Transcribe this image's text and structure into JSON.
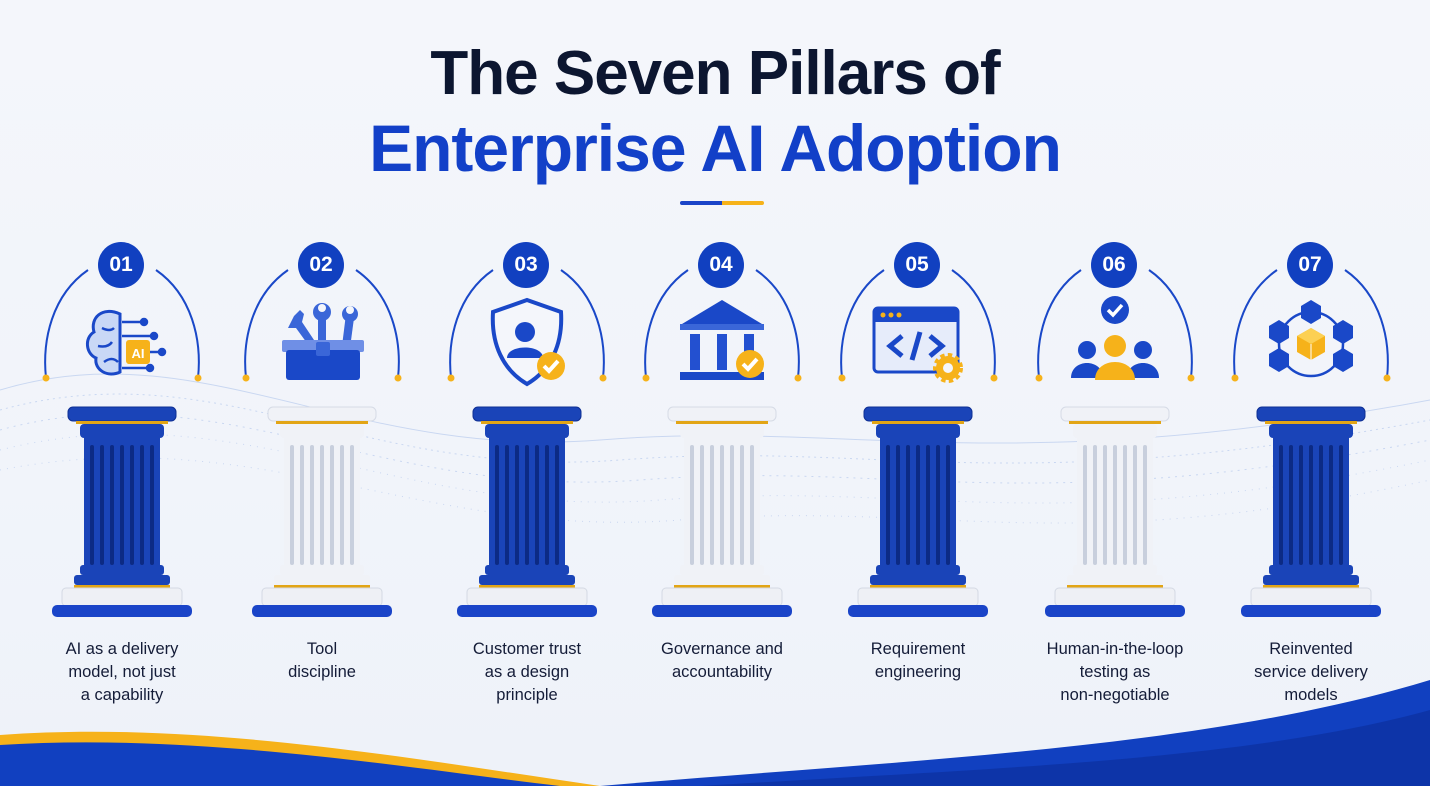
{
  "title": {
    "line1": "The Seven Pillars of",
    "line2": "Enterprise AI Adoption"
  },
  "colors": {
    "primary_blue": "#1140c0",
    "accent_gold": "#f6b21a",
    "dark_text": "#0c1630",
    "white_pillar": "#eef1f6"
  },
  "pillars": [
    {
      "number": "01",
      "icon": "brain-ai-chip-icon",
      "style": "blue",
      "label_lines": [
        "AI as a delivery",
        "model, not just",
        "a capability"
      ],
      "icon_text": "AI"
    },
    {
      "number": "02",
      "icon": "toolbox-wrenches-icon",
      "style": "white",
      "label_lines": [
        "Tool",
        "discipline"
      ]
    },
    {
      "number": "03",
      "icon": "shield-user-check-icon",
      "style": "blue",
      "label_lines": [
        "Customer trust",
        "as a design",
        "principle"
      ]
    },
    {
      "number": "04",
      "icon": "institution-check-icon",
      "style": "white",
      "label_lines": [
        "Governance and",
        "accountability"
      ]
    },
    {
      "number": "05",
      "icon": "code-window-gear-icon",
      "style": "blue",
      "label_lines": [
        "Requirement",
        "engineering"
      ]
    },
    {
      "number": "06",
      "icon": "people-check-icon",
      "style": "white",
      "label_lines": [
        "Human-in-the-loop",
        "testing as",
        "non-negotiable"
      ]
    },
    {
      "number": "07",
      "icon": "hexagon-network-cube-icon",
      "style": "blue",
      "label_lines": [
        "Reinvented",
        "service delivery",
        "models"
      ]
    }
  ]
}
